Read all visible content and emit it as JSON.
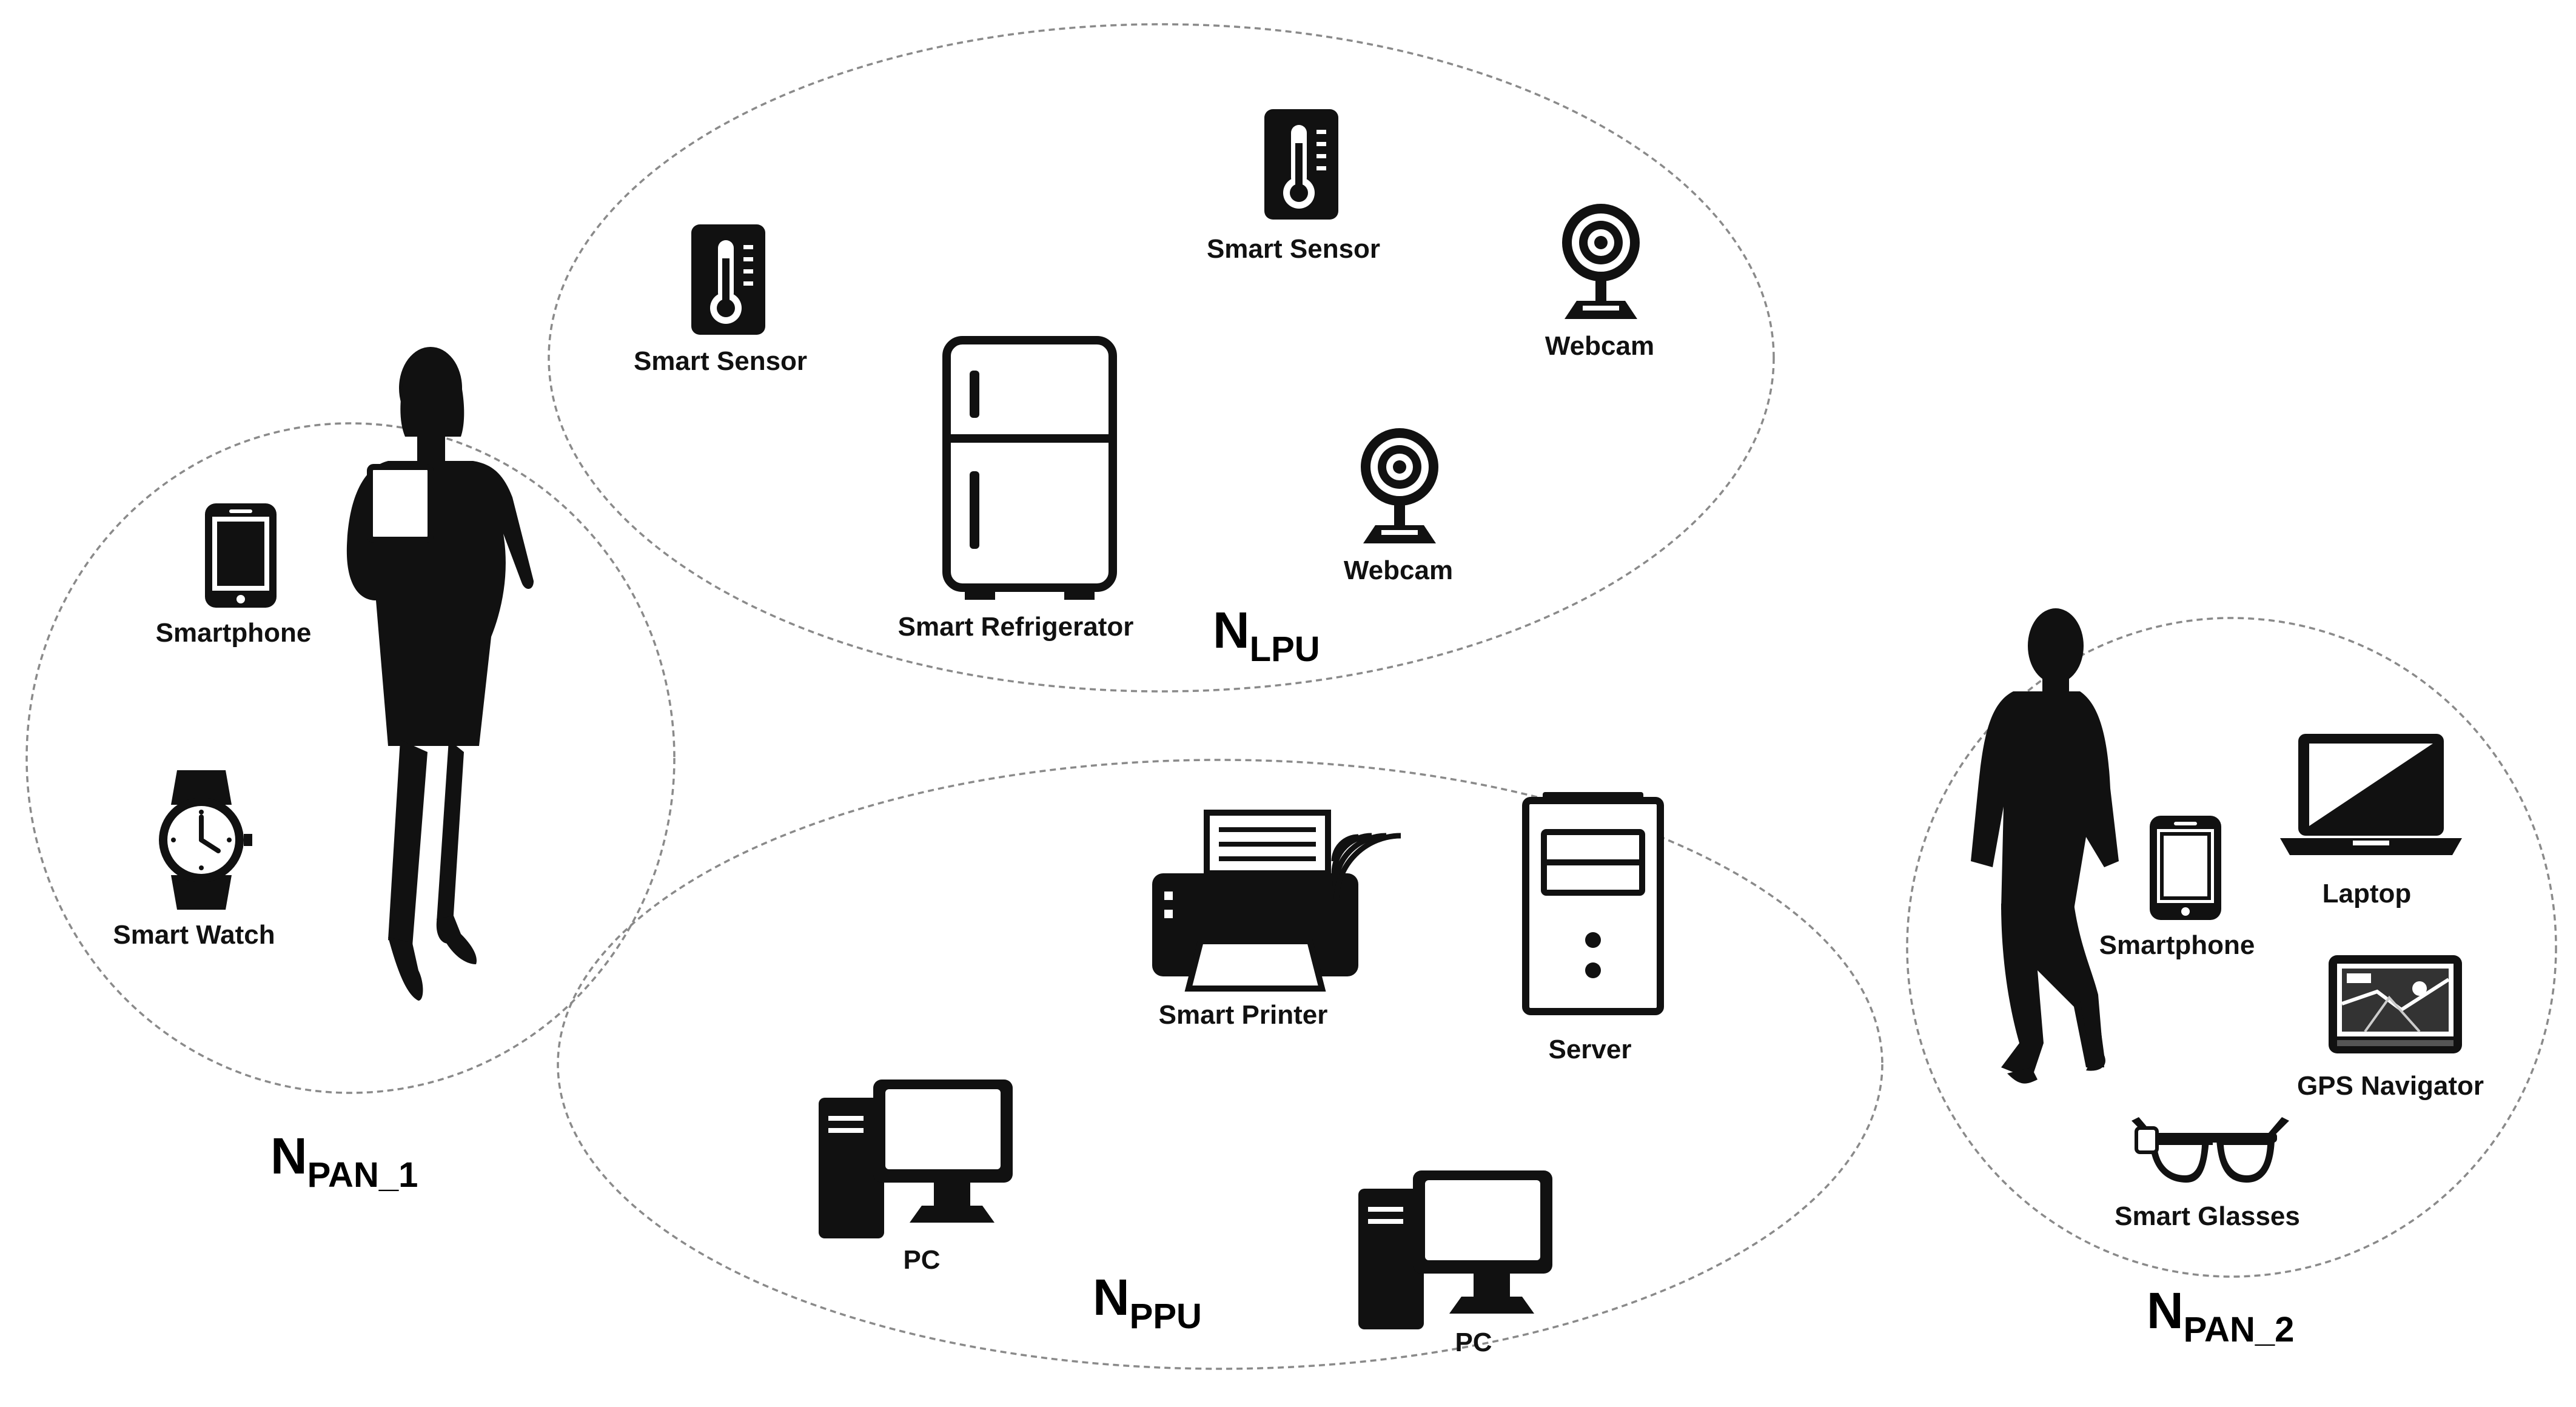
{
  "colors": {
    "ink": "#111111",
    "zone_stroke": "#8a8a8a",
    "background": "#ffffff"
  },
  "zones": {
    "lpu": {
      "label_main": "N",
      "label_sub": "LPU"
    },
    "ppu": {
      "label_main": "N",
      "label_sub": "PPU"
    },
    "pan1": {
      "label_main": "N",
      "label_sub": "PAN_1"
    },
    "pan2": {
      "label_main": "N",
      "label_sub": "PAN_2"
    }
  },
  "devices": {
    "lpu_sensor_1": {
      "label": "Smart Sensor",
      "icon": "thermometer-icon"
    },
    "lpu_sensor_2": {
      "label": "Smart Sensor",
      "icon": "thermometer-icon"
    },
    "lpu_webcam_1": {
      "label": "Webcam",
      "icon": "webcam-icon"
    },
    "lpu_webcam_2": {
      "label": "Webcam",
      "icon": "webcam-icon"
    },
    "lpu_fridge": {
      "label": "Smart Refrigerator",
      "icon": "refrigerator-icon"
    },
    "pan1_phone": {
      "label": "Smartphone",
      "icon": "smartphone-icon"
    },
    "pan1_watch": {
      "label": "Smart Watch",
      "icon": "watch-icon"
    },
    "ppu_printer": {
      "label": "Smart Printer",
      "icon": "wireless-printer-icon"
    },
    "ppu_server": {
      "label": "Server",
      "icon": "server-icon"
    },
    "ppu_pc_1": {
      "label": "PC",
      "icon": "desktop-pc-icon"
    },
    "ppu_pc_2": {
      "label": "PC",
      "icon": "desktop-pc-icon"
    },
    "pan2_phone": {
      "label": "Smartphone",
      "icon": "smartphone-icon"
    },
    "pan2_laptop": {
      "label": "Laptop",
      "icon": "laptop-icon"
    },
    "pan2_gps": {
      "label": "GPS Navigator",
      "icon": "gps-navigator-icon"
    },
    "pan2_glasses": {
      "label": "Smart Glasses",
      "icon": "smart-glasses-icon"
    }
  },
  "people": {
    "woman": {
      "icon": "woman-silhouette-icon"
    },
    "man": {
      "icon": "man-silhouette-icon"
    }
  }
}
